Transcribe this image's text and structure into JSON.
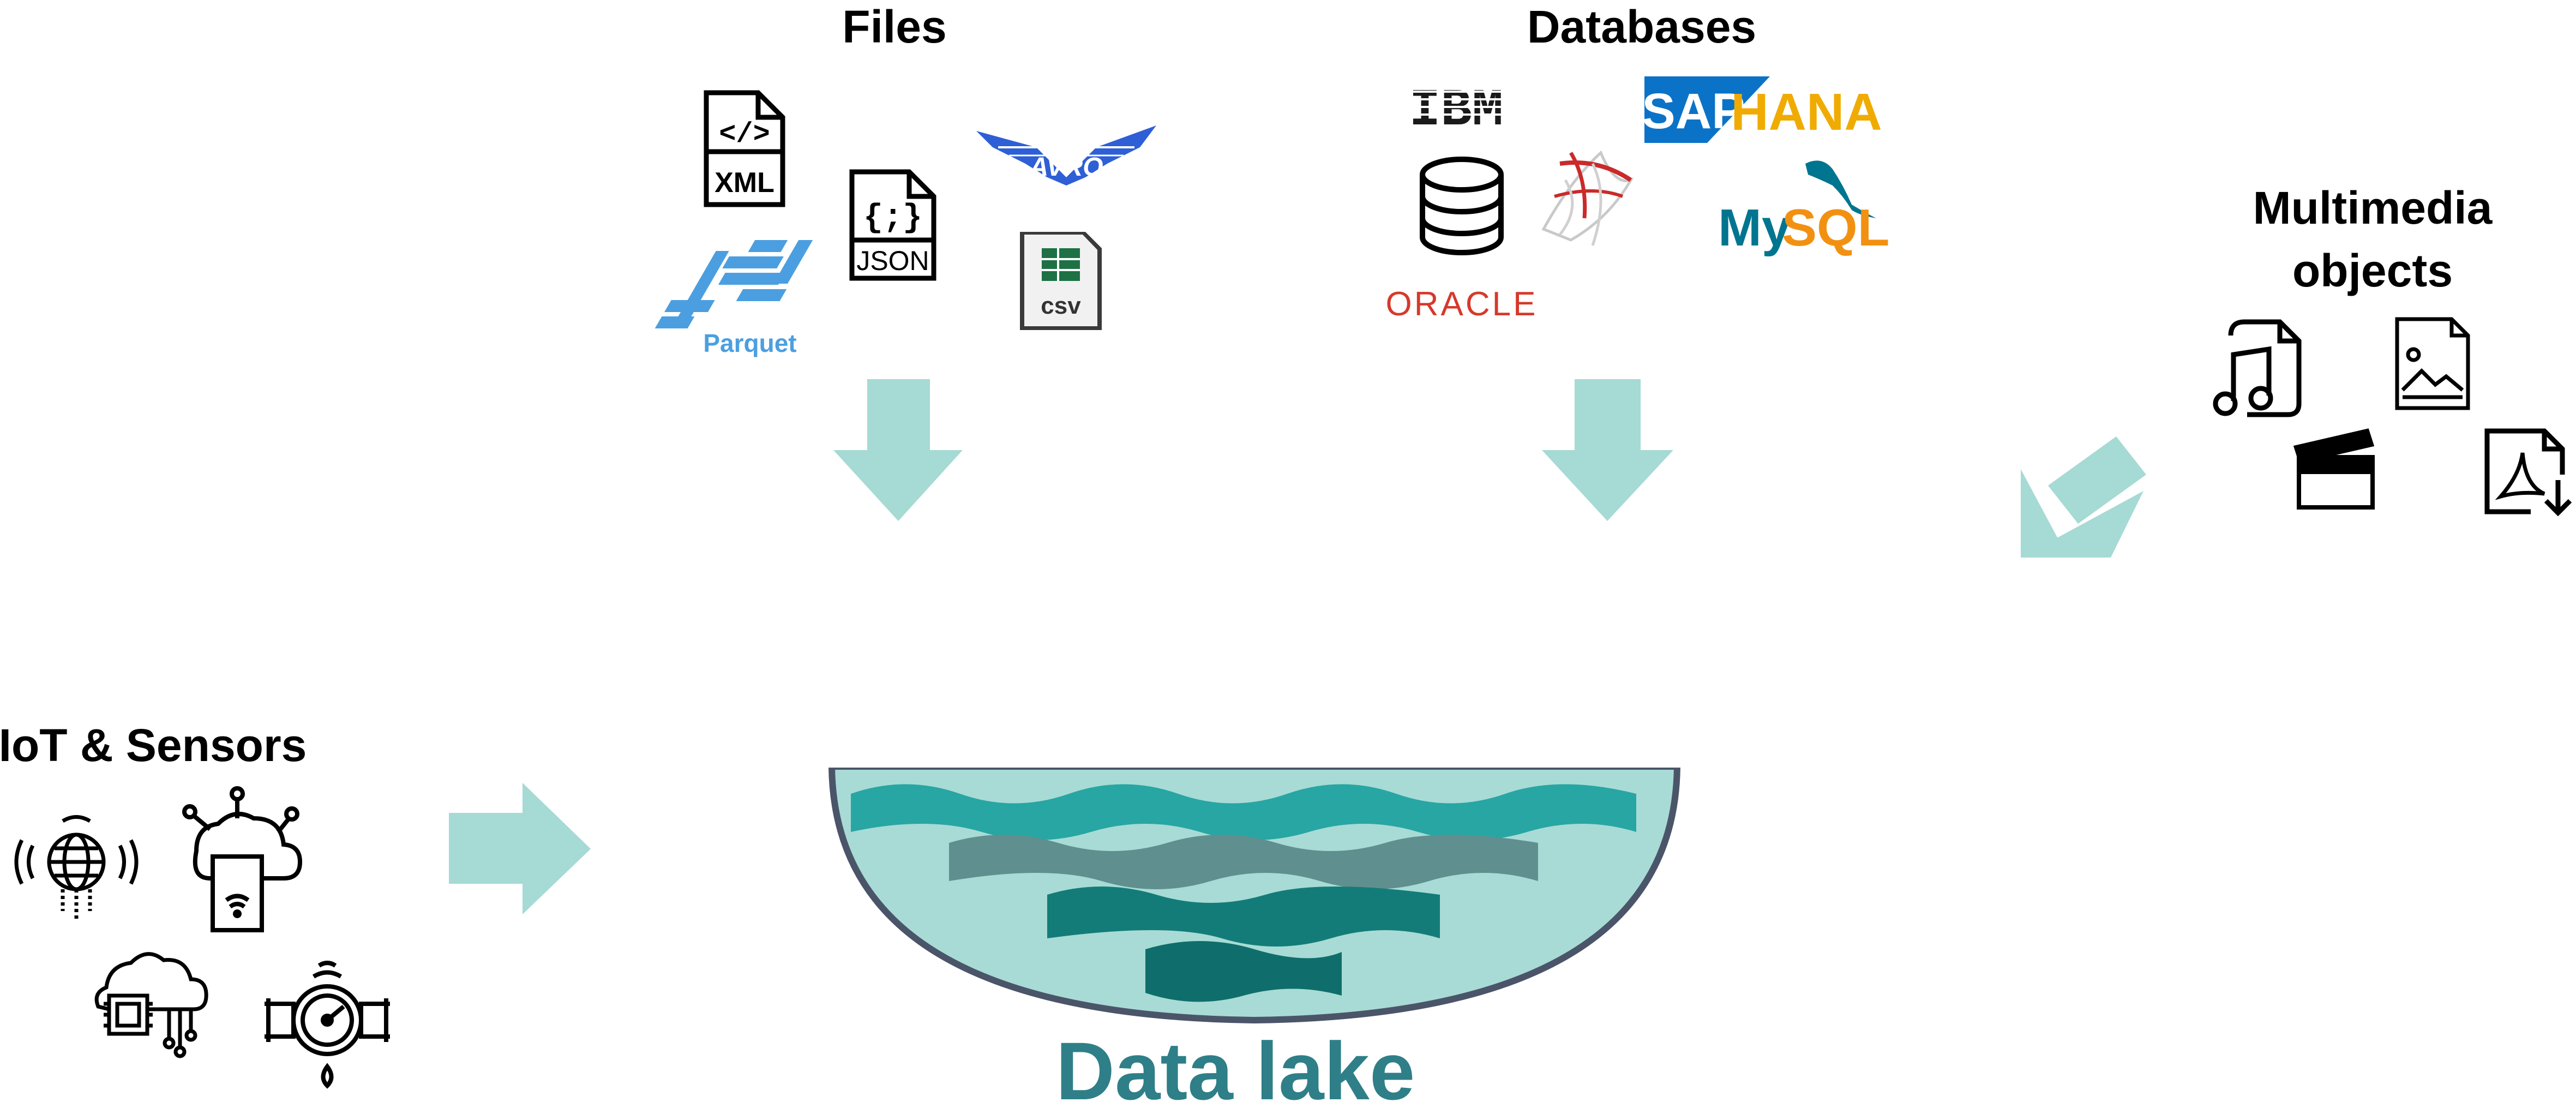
{
  "headings": {
    "files": "Files",
    "databases": "Databases",
    "multimedia_line1": "Multimedia",
    "multimedia_line2": "objects",
    "iot": "IoT & Sensors",
    "lake": "Data lake"
  },
  "files": {
    "xml": "XML",
    "xml_tag": "</>",
    "json": "JSON",
    "json_braces": "{;}",
    "avro": "AVRO",
    "parquet": "Parquet",
    "csv": "csv"
  },
  "databases": {
    "ibm": "IBM",
    "sap": "SAP",
    "hana": "HANA",
    "mysql_my": "My",
    "mysql_sql": "SQL",
    "oracle": "ORACLE"
  },
  "icons": {
    "xml": "xml-file-icon",
    "json": "json-file-icon",
    "avro": "avro-logo-icon",
    "parquet": "parquet-logo-icon",
    "csv": "csv-file-icon",
    "ibm": "ibm-logo-icon",
    "sap_hana": "sap-hana-logo-icon",
    "generic_db": "database-cylinder-icon",
    "sql_server": "sql-server-logo-icon",
    "mysql": "mysql-logo-icon",
    "oracle": "oracle-logo-icon",
    "audio": "audio-file-icon",
    "image": "image-file-icon",
    "video": "clapperboard-icon",
    "pdf": "pdf-download-icon",
    "iot_globe": "wireless-globe-icon",
    "iot_cloud": "cloud-device-icon",
    "iot_chip": "cloud-chip-icon",
    "iot_meter": "water-meter-icon"
  },
  "colors": {
    "arrow": "#a6dad4",
    "lake_fill": "#a8dbd5",
    "lake_rim": "#4b5569",
    "wave1": "#27a6a4",
    "wave2": "#5f8f8e",
    "wave3": "#137c79",
    "wave4": "#0f6e6c",
    "lake_title": "#2e7f88",
    "sap_blue": "#0b73c7",
    "hana_orange": "#f0ab00",
    "mysql_teal": "#00758f",
    "mysql_orange": "#f29111",
    "oracle_red": "#d6392b",
    "parquet_blue": "#4b9fe0",
    "avro_blue": "#2e5fd6",
    "csv_green": "#1e7145"
  }
}
